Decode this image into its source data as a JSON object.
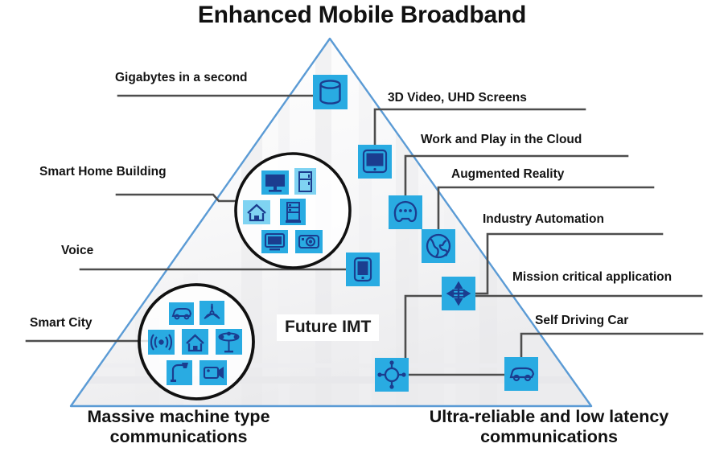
{
  "diagram": {
    "title": "Enhanced Mobile Broadband",
    "center_label": "Future IMT",
    "corners": {
      "bottom_left": "Massive machine type\ncommunications",
      "bottom_left_line1": "Massive machine type",
      "bottom_left_line2": "communications",
      "bottom_right_line1": "Ultra-reliable and low latency",
      "bottom_right_line2": "communications"
    },
    "colors": {
      "triangle_stroke": "#5B9BD5",
      "triangle_fill": "#FAFAFA",
      "icon_tile": "#29ABE2",
      "icon_glyph": "#1B3D8F",
      "leader_line": "#4D4D4D",
      "circle_stroke": "#111111",
      "text": "#111111"
    },
    "left_labels": [
      {
        "id": "gigabytes",
        "text": "Gigabytes in a second",
        "icon": "database-icon"
      },
      {
        "id": "smart-home",
        "text": "Smart Home Building",
        "icon": "smart-home-cluster"
      },
      {
        "id": "voice",
        "text": "Voice",
        "icon": "smartphone-icon"
      },
      {
        "id": "smart-city",
        "text": "Smart City",
        "icon": "smart-city-cluster"
      }
    ],
    "right_labels": [
      {
        "id": "3d-video",
        "text": "3D Video, UHD Screens",
        "icon": "monitor-icon"
      },
      {
        "id": "cloud",
        "text": "Work and Play in the Cloud",
        "icon": "gamepad-icon"
      },
      {
        "id": "augmented-reality",
        "text": "Augmented Reality",
        "icon": "globe-icon"
      },
      {
        "id": "industry-automation",
        "text": "Industry Automation",
        "icon": "four-arrows-icon"
      },
      {
        "id": "mission-critical",
        "text": "Mission critical application",
        "icon": "network-node-icon"
      },
      {
        "id": "self-driving-car",
        "text": "Self Driving Car",
        "icon": "car-icon"
      }
    ],
    "smart_home_icons": [
      "desktop-computer-icon",
      "refrigerator-icon",
      "house-icon",
      "server-building-icon",
      "television-icon",
      "camera-icon"
    ],
    "smart_city_icons": [
      "car-icon",
      "wind-turbine-icon",
      "wireless-signal-icon",
      "house-icon",
      "street-light-icon",
      "lamp-post-icon",
      "video-camera-icon"
    ]
  }
}
